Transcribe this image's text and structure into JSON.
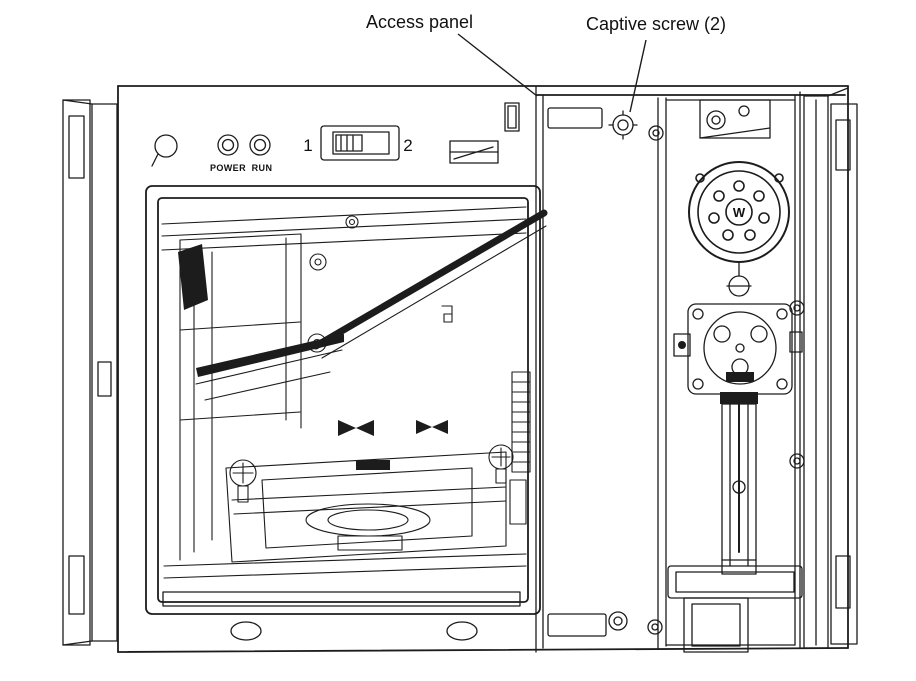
{
  "colors": {
    "background": "#ffffff",
    "line": "#1c1c1c",
    "label_text": "#111111"
  },
  "annotations": {
    "access_panel": "Access panel",
    "captive_screw": "Captive screw (2)"
  },
  "front_panel": {
    "power_led_label": "POWER",
    "run_led_label": "RUN",
    "switch_position_1": "1",
    "switch_position_2": "2"
  },
  "valve": {
    "center_label": "W"
  }
}
